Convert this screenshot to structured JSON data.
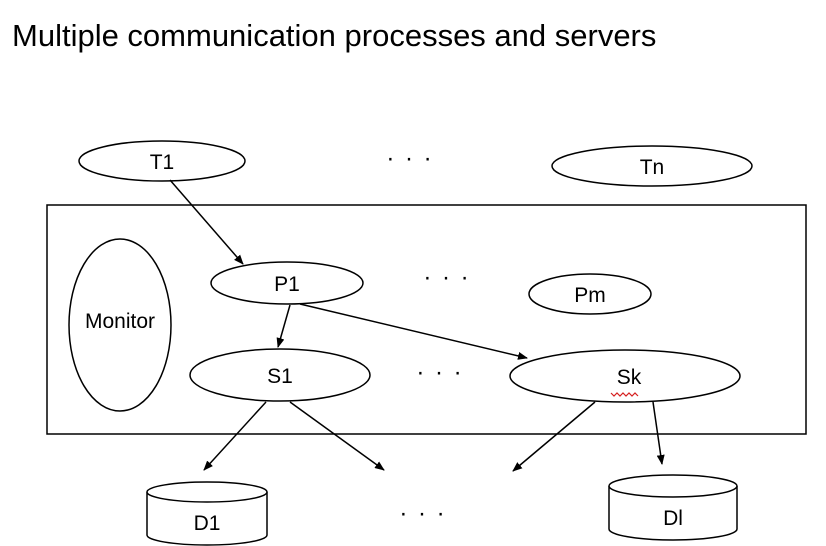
{
  "title": "Multiple communication processes and servers",
  "nodes": {
    "t1": "T1",
    "tn": "Tn",
    "p1": "P1",
    "pm": "Pm",
    "monitor": "Monitor",
    "s1": "S1",
    "sk": "Sk",
    "d1": "D1",
    "dl": "Dl"
  },
  "ellipsis": "· · ·",
  "colors": {
    "line": "#000000",
    "spellcheck_underline": "#d62020",
    "background": "#ffffff"
  }
}
